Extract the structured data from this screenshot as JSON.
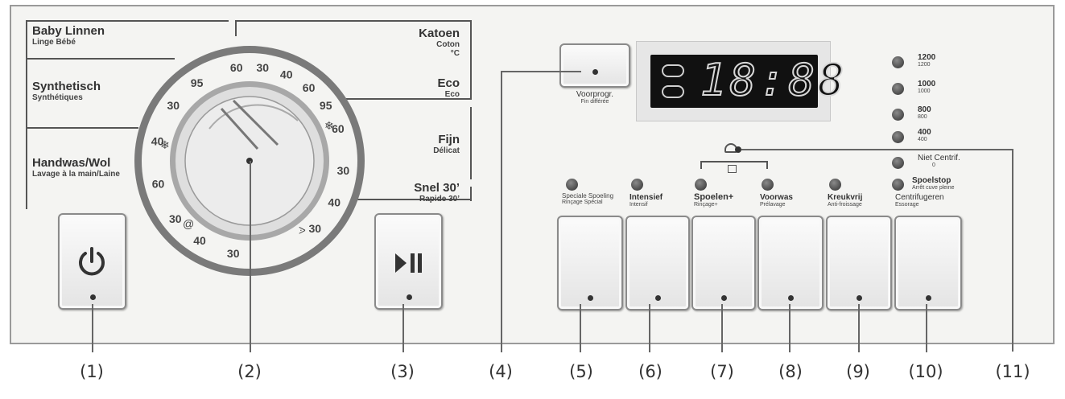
{
  "programs_left": [
    {
      "name": "Baby Linnen",
      "sub": "Linge Bébé"
    },
    {
      "name": "Synthetisch",
      "sub": "Synthétiques"
    },
    {
      "name": "Handwas/Wol",
      "sub": "Lavage à la main/Laine"
    }
  ],
  "programs_right": [
    {
      "name": "Katoen",
      "sub": "Coton",
      "extra": "°C"
    },
    {
      "name": "Eco",
      "sub": "Eco"
    },
    {
      "name": "Fijn",
      "sub": "Délicat"
    },
    {
      "name": "Snel 30’",
      "sub": "Rapide 30’"
    }
  ],
  "dial_labels": [
    "60",
    "30",
    "40",
    "60",
    "95",
    "60",
    "30",
    "40",
    "30",
    "30",
    "40",
    "30",
    "60",
    "40",
    "30",
    "95"
  ],
  "display": {
    "time": "18:88"
  },
  "delay_button": {
    "label": "Voorprogr.",
    "sub": "Fin différée"
  },
  "spin_speeds": [
    {
      "name": "1200",
      "sub": "1200"
    },
    {
      "name": "1000",
      "sub": "1000"
    },
    {
      "name": "800",
      "sub": "800"
    },
    {
      "name": "400",
      "sub": "400"
    },
    {
      "name": "Niet Centrif.",
      "sub": "0"
    },
    {
      "name": "Spoelstop",
      "sub": "Arrêt cuve pleine"
    }
  ],
  "options": [
    {
      "name": "Speciale Spoeling",
      "sub": "Rinçage Spécial"
    },
    {
      "name": "Intensief",
      "sub": "Intensif"
    },
    {
      "name": "Spoelen+",
      "sub": "Rinçage+"
    },
    {
      "name": "Voorwas",
      "sub": "Prélavage"
    },
    {
      "name": "Kreukvrij",
      "sub": "Anti-froissage"
    },
    {
      "name": "Centrifugeren",
      "sub": "Essorage"
    }
  ],
  "callouts": [
    "(1)",
    "(2)",
    "(3)",
    "(4)",
    "(5)",
    "(6)",
    "(7)",
    "(8)",
    "(9)",
    "(10)",
    "(11)"
  ],
  "colors": {
    "panel": "#f4f4f2",
    "display": "#111111",
    "segment": "#d8d8d8",
    "led": "#555555",
    "dial_ring": "#7a7a7a"
  }
}
